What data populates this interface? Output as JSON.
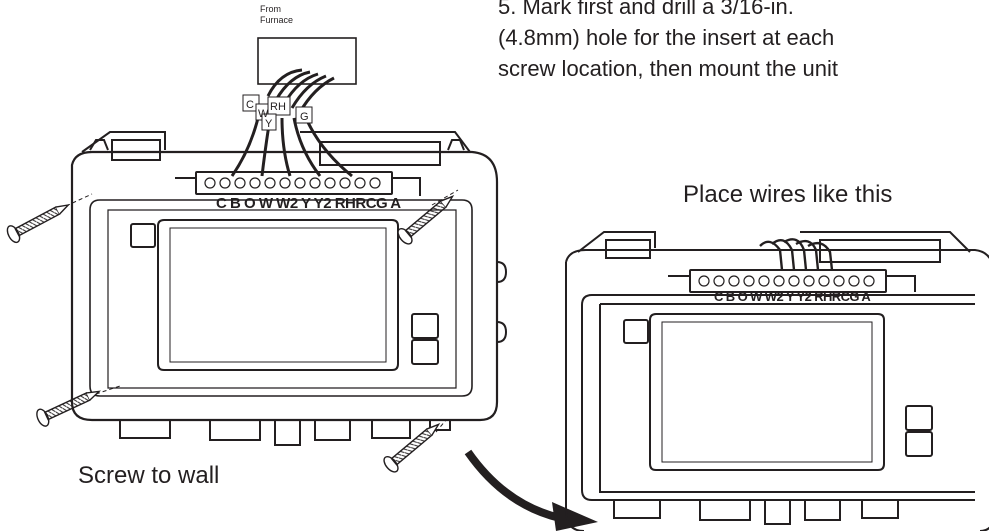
{
  "instructions": {
    "line1": "5. Mark first and drill a 3/16-in.",
    "line2": "(4.8mm) hole for the insert at each",
    "line3": "screw location, then mount the unit"
  },
  "source_label": {
    "line1": "From",
    "line2": "Furnace"
  },
  "wire_tags": [
    "C",
    "W",
    "RH",
    "Y",
    "G"
  ],
  "terminal_labels_left": "C B O W W2 Y Y2 RHRCG A",
  "terminal_labels_right": "C B O W W2 Y Y2 RHRCG A",
  "caption_left": "Screw to wall",
  "caption_right": "Place wires like this"
}
